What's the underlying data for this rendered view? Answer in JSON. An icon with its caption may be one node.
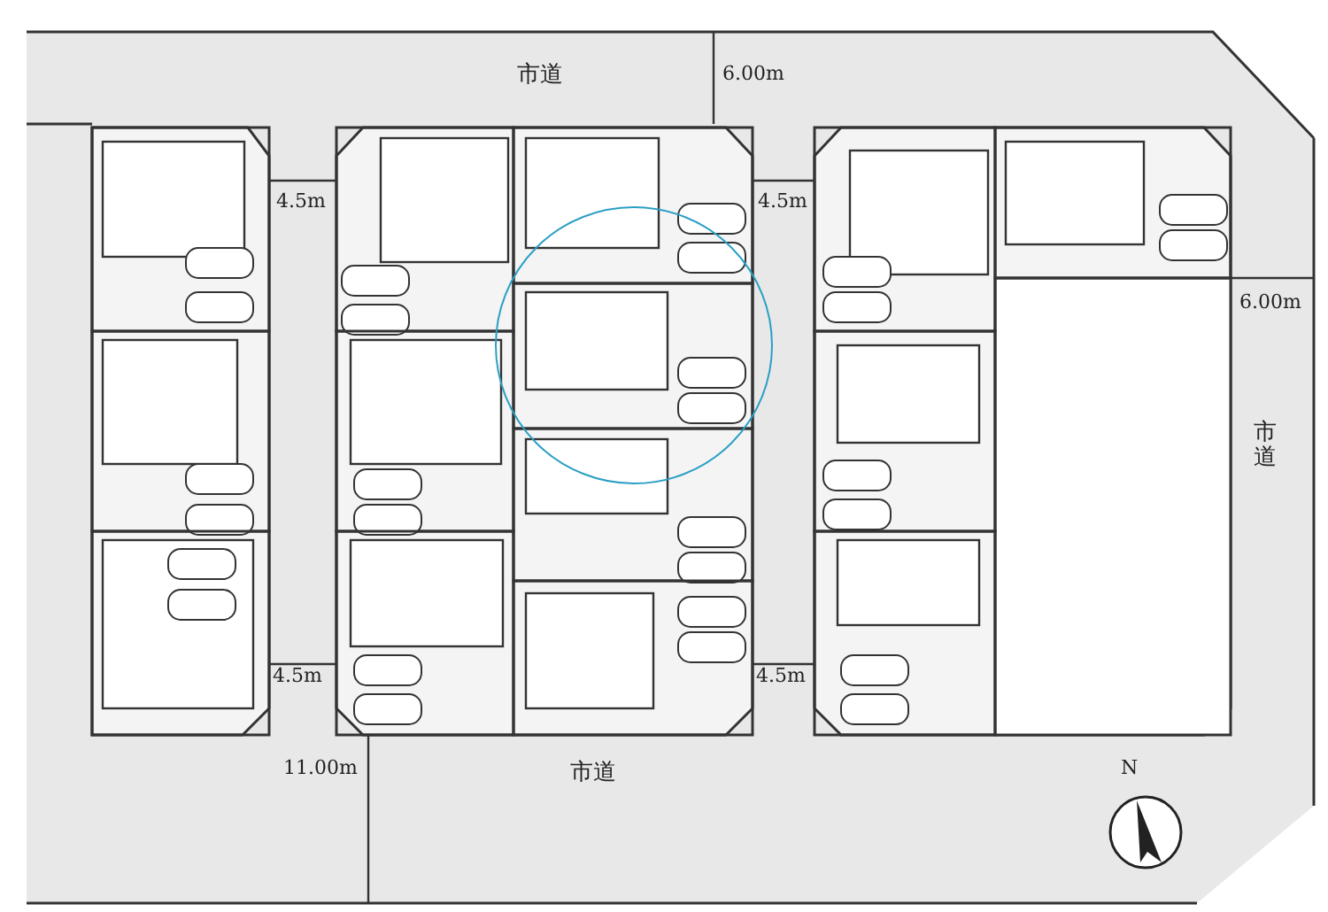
{
  "diagram": {
    "labels": [
      "市道",
      "6.00m",
      "4.5m",
      "4.5m",
      "6.00m",
      "市道",
      "4.5m",
      "4.5m",
      "11.00m",
      "市道",
      "N"
    ]
  }
}
